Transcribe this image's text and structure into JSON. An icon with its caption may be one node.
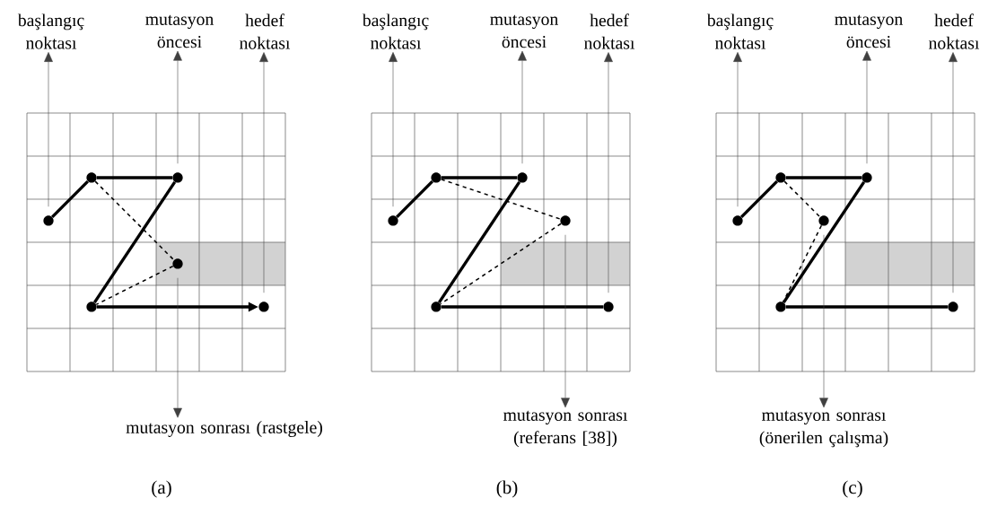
{
  "diagram": {
    "nodes": [
      {
        "text": [
          "başlangıç noktası"
        ]
      },
      {
        "text": [
          "mutasyon öncesi"
        ]
      },
      {
        "text": [
          "hedef noktası"
        ]
      },
      {
        "text": [],
        "shape": "circle"
      },
      {
        "text": [],
        "shape": "circle"
      },
      {
        "text": [],
        "shape": "circle"
      },
      {
        "text": [],
        "shape": "circle"
      },
      {
        "text": [],
        "shape": "circle"
      },
      {
        "text": [],
        "shape": "circle"
      },
      {
        "text": [
          "mutasyon sonrası (rastgele)"
        ]
      },
      {
        "text": [
          "başlangıç noktası"
        ]
      },
      {
        "text": [
          "mutasyon öncesi"
        ]
      },
      {
        "text": [
          "hedef noktası"
        ]
      },
      {
        "text": [],
        "shape": "circle"
      },
      {
        "text": [],
        "shape": "circle"
      },
      {
        "text": [],
        "shape": "circle"
      },
      {
        "text": [],
        "shape": "circle"
      },
      {
        "text": [],
        "shape": "circle"
      },
      {
        "text": [],
        "shape": "circle"
      },
      {
        "text": [
          "mutasyon sonrası (referans [38])"
        ]
      },
      {
        "text": [
          "başlangıç noktası"
        ]
      },
      {
        "text": [
          "mutasyon öncesi"
        ]
      },
      {
        "text": [
          "hedef noktası"
        ]
      },
      {
        "text": [],
        "shape": "circle"
      },
      {
        "text": [],
        "shape": "circle"
      },
      {
        "text": [],
        "shape": "circle"
      },
      {
        "text": [],
        "shape": "circle"
      },
      {
        "text": [],
        "shape": "circle"
      },
      {
        "text": [],
        "shape": "circle"
      },
      {
        "text": [
          "mutasyon sonrası (önerilen çalışma)"
        ]
      }
    ],
    "edges": [
      {
        "from": 3,
        "to": 4,
        "arrow": "none",
        "style": "thick"
      },
      {
        "from": 4,
        "to": 5,
        "arrow": "none",
        "style": "thick"
      },
      {
        "from": 5,
        "to": 7,
        "arrow": "none",
        "style": "thick"
      },
      {
        "from": 7,
        "to": 8,
        "arrow": "to",
        "style": "thick"
      },
      {
        "from": 4,
        "to": 6,
        "arrow": "none",
        "style": "dashed"
      },
      {
        "from": 6,
        "to": 7,
        "arrow": "none",
        "style": "dashed"
      },
      {
        "from": 3,
        "to": 0,
        "arrow": "to"
      },
      {
        "from": 5,
        "to": 1,
        "arrow": "to"
      },
      {
        "from": 8,
        "to": 2,
        "arrow": "to"
      },
      {
        "from": 6,
        "to": 9,
        "arrow": "to"
      },
      {
        "from": 13,
        "to": 14,
        "arrow": "none",
        "style": "thick"
      },
      {
        "from": 14,
        "to": 15,
        "arrow": "none",
        "style": "thick"
      },
      {
        "from": 15,
        "to": 17,
        "arrow": "none",
        "style": "thick"
      },
      {
        "from": 17,
        "to": 18,
        "arrow": "none",
        "style": "thick"
      },
      {
        "from": 14,
        "to": 16,
        "arrow": "none",
        "style": "dashed"
      },
      {
        "from": 16,
        "to": 17,
        "arrow": "none",
        "style": "dashed"
      },
      {
        "from": 13,
        "to": 10,
        "arrow": "to"
      },
      {
        "from": 15,
        "to": 11,
        "arrow": "to"
      },
      {
        "from": 18,
        "to": 12,
        "arrow": "to"
      },
      {
        "from": 16,
        "to": 19,
        "arrow": "to"
      },
      {
        "from": 23,
        "to": 24,
        "arrow": "none",
        "style": "thick"
      },
      {
        "from": 24,
        "to": 25,
        "arrow": "none",
        "style": "thick"
      },
      {
        "from": 25,
        "to": 27,
        "arrow": "none",
        "style": "thick"
      },
      {
        "from": 27,
        "to": 28,
        "arrow": "none",
        "style": "thick"
      },
      {
        "from": 24,
        "to": 26,
        "arrow": "none",
        "style": "dashed"
      },
      {
        "from": 26,
        "to": 27,
        "arrow": "none",
        "style": "dashed"
      },
      {
        "from": 23,
        "to": 20,
        "arrow": "to"
      },
      {
        "from": 25,
        "to": 21,
        "arrow": "to"
      },
      {
        "from": 28,
        "to": 22,
        "arrow": "to"
      },
      {
        "from": 26,
        "to": 29,
        "arrow": "to"
      }
    ],
    "labels": [
      "(a)",
      "(b)",
      "(c)"
    ]
  }
}
